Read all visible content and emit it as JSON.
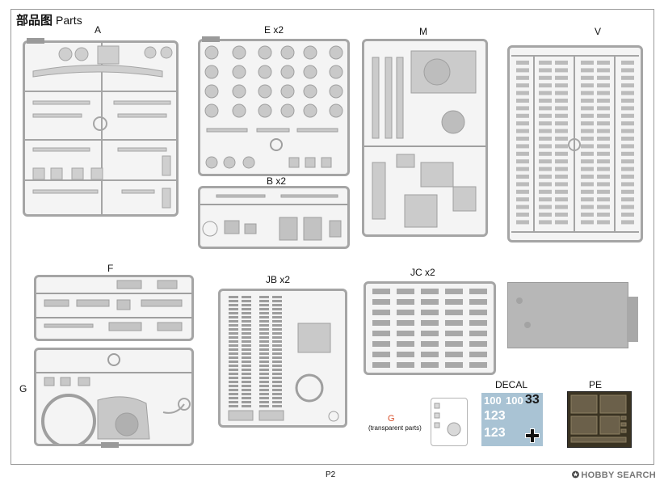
{
  "header": {
    "title_cn": "部品图",
    "title_en": "Parts"
  },
  "labels": {
    "A": "A",
    "E": "E x2",
    "M": "M",
    "V": "V",
    "B": "B x2",
    "F": "F",
    "JB": "JB x2",
    "JC": "JC x2",
    "G": "G",
    "G_red": "G",
    "G_note": "(transparent parts)",
    "DECAL": "DECAL",
    "PE": "PE"
  },
  "decal": {
    "row1a": "100",
    "row1b": "100",
    "row1c": "33",
    "row2": "123",
    "row3": "123"
  },
  "footer": {
    "page": "P2"
  },
  "watermark": {
    "text": "HOBBY SEARCH"
  },
  "colors": {
    "sprue": "#a5a5a5",
    "decal_blue": "#a9c3d4",
    "pe_brass": "#3a3322",
    "accent_red": "#d9502b"
  }
}
